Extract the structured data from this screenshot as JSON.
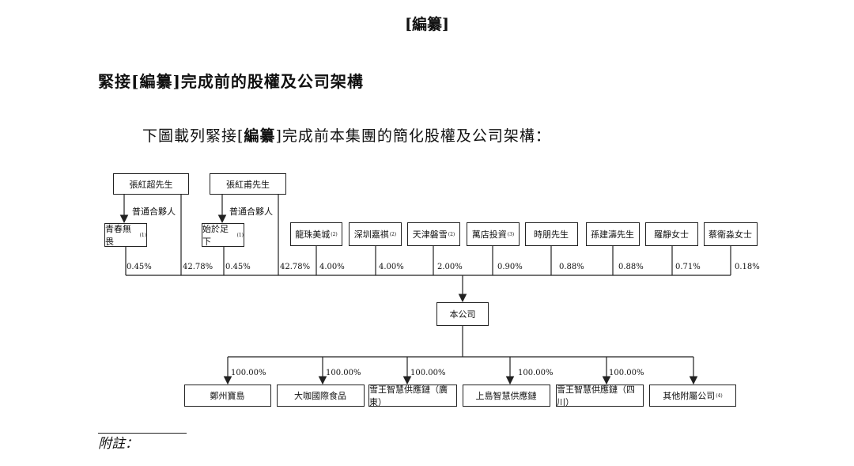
{
  "header": "[編纂]",
  "section_title": "緊接[編纂]完成前的股權及公司架構",
  "intro": {
    "pre": "下圖載列緊接[",
    "bold": "編纂",
    "post": "]完成前本集團的簡化股權及公司架構："
  },
  "chart": {
    "founders": [
      {
        "name": "張紅超先生"
      },
      {
        "name": "張紅甫先生"
      }
    ],
    "gp_label": "普通合夥人",
    "partnerships": [
      {
        "name": "青春無畏",
        "note": "(1)"
      },
      {
        "name": "始於足下",
        "note": "(1)"
      }
    ],
    "investors": [
      {
        "name": "龍珠美城",
        "note": "(2)"
      },
      {
        "name": "深圳嘉祺",
        "note": "(2)"
      },
      {
        "name": "天津磐雪",
        "note": "(2)"
      },
      {
        "name": "萬店投資",
        "note": "(3)"
      },
      {
        "name": "時朋先生",
        "note": ""
      },
      {
        "name": "孫建濤先生",
        "note": ""
      },
      {
        "name": "羅靜女士",
        "note": ""
      },
      {
        "name": "蔡衛淼女士",
        "note": ""
      }
    ],
    "shareholdings": [
      "0.45%",
      "42.78%",
      "0.45%",
      "42.78%",
      "4.00%",
      "4.00%",
      "2.00%",
      "0.90%",
      "0.88%",
      "0.88%",
      "0.71%",
      "0.18%"
    ],
    "company": "本公司",
    "subsidiaries": [
      {
        "name": "鄭州寶島",
        "note": "",
        "pct": "100.00%"
      },
      {
        "name": "大咖國際食品",
        "note": "",
        "pct": "100.00%"
      },
      {
        "name": "雪王智慧供應鏈（廣東）",
        "note": "",
        "pct": "100.00%"
      },
      {
        "name": "上島智慧供應鏈",
        "note": "",
        "pct": "100.00%"
      },
      {
        "name": "雪王智慧供應鏈（四川）",
        "note": "",
        "pct": "100.00%"
      },
      {
        "name": "其他附屬公司",
        "note": "(4)",
        "pct": ""
      }
    ]
  },
  "footnote_label": "附註："
}
